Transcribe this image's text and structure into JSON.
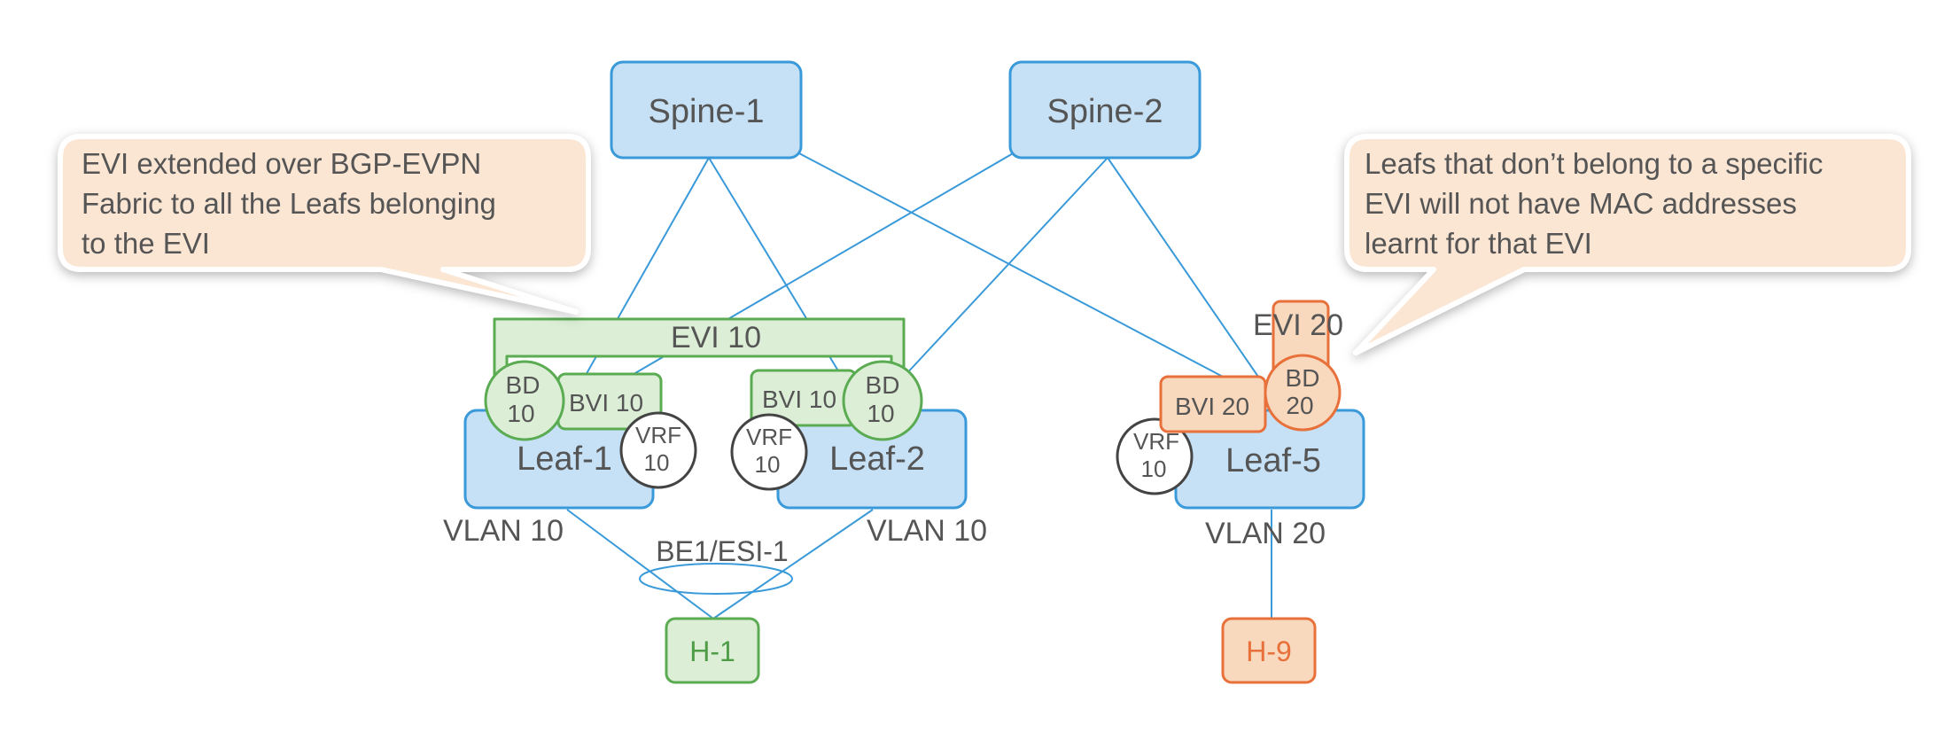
{
  "colors": {
    "link": "#3a9ad9",
    "box_fill": "#c6e0f5",
    "box_stroke": "#3a9ad9",
    "green_fill": "#dcefd6",
    "green_stroke": "#5aab52",
    "green_text": "#4f9c47",
    "orange_fill": "#f9d9bd",
    "orange_stroke": "#e8703a",
    "orange_text": "#e8703a",
    "callout_fill": "#fbe6d4",
    "text": "#555555",
    "vrf_stroke": "#444444"
  },
  "nodes": {
    "spine1": "Spine-1",
    "spine2": "Spine-2",
    "leaf1": "Leaf-1",
    "leaf2": "Leaf-2",
    "leaf5": "Leaf-5",
    "h1": "H-1",
    "h9": "H-9"
  },
  "labels": {
    "evi10": "EVI 10",
    "evi20": "EVI 20",
    "bd10_a": "BD",
    "bd10_b": "10",
    "bd20_a": "BD",
    "bd20_b": "20",
    "bvi10": "BVI 10",
    "bvi20": "BVI 20",
    "vrf_a": "VRF",
    "vrf_b": "10",
    "vlan10": "VLAN 10",
    "vlan20": "VLAN 20",
    "bundle": "BE1/ESI-1"
  },
  "callouts": {
    "left": [
      "EVI extended over BGP-EVPN",
      "Fabric to all the Leafs belonging",
      "to the EVI"
    ],
    "right": [
      "Leafs that don’t belong to a specific",
      "EVI will not have MAC addresses",
      "learnt for that EVI"
    ]
  }
}
